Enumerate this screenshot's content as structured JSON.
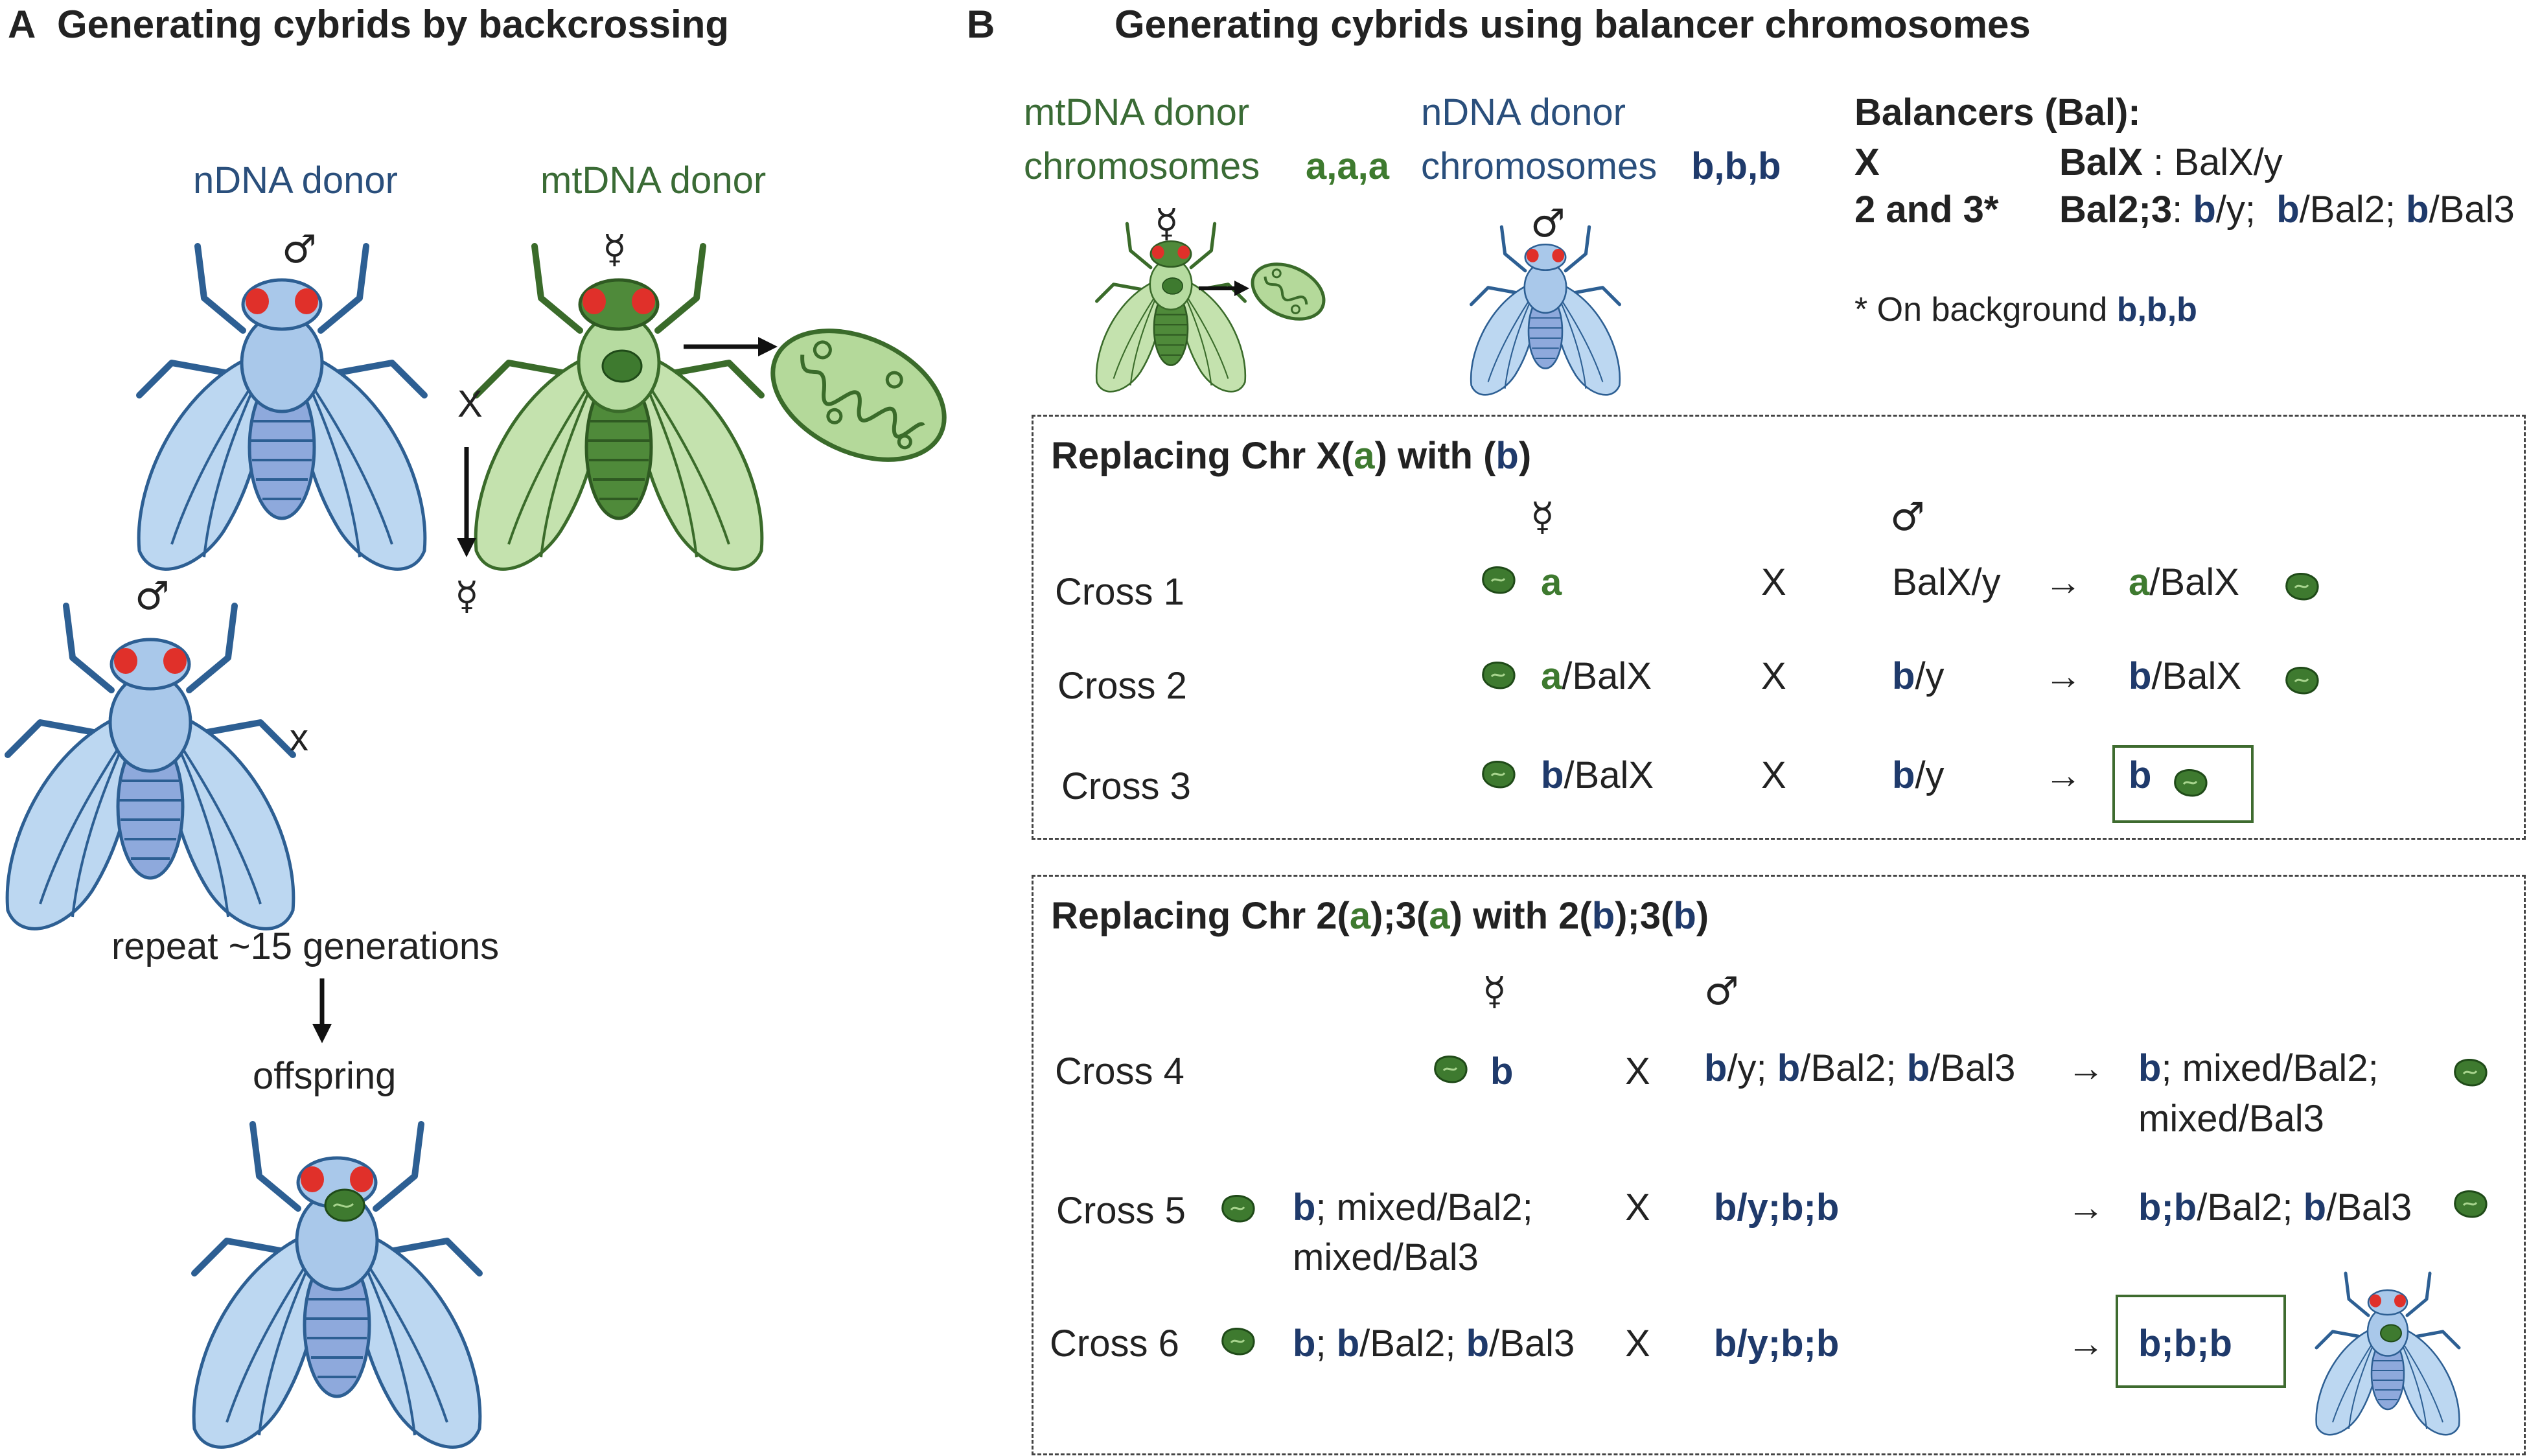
{
  "panelA": {
    "letter": "A",
    "title": "Generating cybrids by backcrossing",
    "ndna_label": "nDNA donor",
    "mtdna_label": "mtDNA donor",
    "male_symbol": "♂",
    "female_symbol": "☿",
    "cross_x": "X",
    "cross_x2": "x",
    "repeat_text": "repeat ~15  generations",
    "offspring_text": "offspring"
  },
  "panelB": {
    "letter": "B",
    "title": "Generating cybrids using balancer chromosomes",
    "mtdna_donor_l1": "mtDNA donor",
    "mtdna_donor_l2": "chromosomes",
    "mtdna_donor_code": "a,a,a",
    "ndna_donor_l1": "nDNA donor",
    "ndna_donor_l2": "chromosomes",
    "ndna_donor_code": "b,b,b",
    "balancers_heading": "Balancers (Bal):",
    "bal_x_label": "X",
    "bal_x_name": "BalX",
    "bal_x_geno": " : BalX/y",
    "bal_23_label": "2 and 3*",
    "bal_23_name": "Bal2;3",
    "background_note": "* On background",
    "background_code": "b,b,b",
    "box1_title": {
      "pre": "Replacing Chr X(",
      "a": "a",
      "mid": ") with (",
      "b": "b",
      "post": ")"
    },
    "box2_title": {
      "pre": "Replacing Chr 2(",
      "a1": "a",
      "mid1": ");3(",
      "a2": "a",
      "mid2": ") with 2(",
      "b1": "b",
      "mid3": ");3(",
      "b2": "b",
      "post": ")"
    },
    "crosses": {
      "c1": "Cross 1",
      "c2": "Cross 2",
      "c3": "Cross 3",
      "c4": "Cross 4",
      "c5": "Cross 5",
      "c6": "Cross 6"
    },
    "x": "X",
    "arrow": "→",
    "balxy": "BalX/y",
    "slash_balx": "/BalX",
    "slash_y": "/y",
    "slash_bal2": "/Bal2;",
    "slash_bal3": "/Bal3",
    "slash_y_semi": "/y;",
    "mixed_bal2": "; mixed/Bal2;",
    "mixed_bal3": "mixed/Bal3",
    "y_b_b": "/y;b;b",
    "b_b_b": "b;b;b",
    "semi": ";",
    "a": "a",
    "b": "b"
  },
  "colors": {
    "nuclear_blue": "#1f3a6b",
    "mito_green": "#3e7a2f",
    "fly_blue_body": "#a9c8ea",
    "fly_green_body": "#b6dba0"
  }
}
